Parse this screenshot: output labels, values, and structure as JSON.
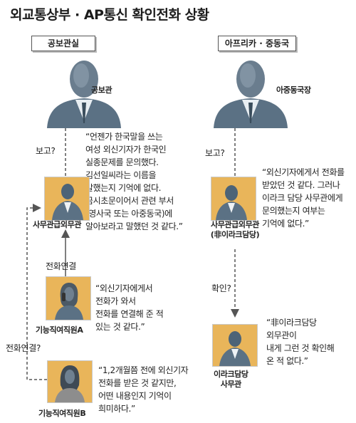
{
  "title": "외교통상부 · AP통신 확인전화 상황",
  "dept_left": "공보관실",
  "dept_right": "아프리카 · 중동국",
  "people": {
    "gongbogwan": "공보관",
    "director": "아중동국장",
    "officer_left": "사무관급외무관",
    "officer_right": [
      "사무관급외무관",
      "(非이라크담당)"
    ],
    "employee_a": "기능직여직원A",
    "employee_b": "기능직여직원B",
    "iraq_officer": [
      "이라크담당",
      "사무관"
    ]
  },
  "labels": {
    "report_left": "보고?",
    "report_right": "보고?",
    "transfer": "전화연결",
    "transfer_q": "전화연결?",
    "confirm": "확인?"
  },
  "quotes": {
    "q1": [
      "“언젠가 한국말을 쓰는",
      "여성 외신기자가 한국인",
      "실종문제를 문의했다.",
      "김선일씨라는 이름을",
      "말했는지 기억에 없다.",
      "금시초문이어서 관련 부서",
      "(영사국 또는 아중동국)에",
      "알아보라고 말했던 것 같다.”"
    ],
    "q2": [
      "“외신기자에게서 전화를",
      "받았던 것 같다. 그러나",
      "이라크 담당 사무관에게",
      "문의했는지 여부는",
      "기억에 없다.”"
    ],
    "q3": [
      "“외신기자에게서",
      "전화가 와서",
      "전화를 연결해 준 적",
      "있는 것 같다.”"
    ],
    "q4": [
      "“非이라크담당",
      "외무관이",
      "내게 그런 것 확인해",
      "온 적 없다.”"
    ],
    "q5": [
      "“1,2개월쯤 전에 외신기자",
      "전화를 받은 것 같지만,",
      "어떤 내용인지 기억이",
      "희미하다.”"
    ]
  },
  "colors": {
    "photo_bg": "#e9b55a",
    "suit": "#5b7184",
    "gray_suit": "#8d8d8d",
    "line": "#555555"
  }
}
